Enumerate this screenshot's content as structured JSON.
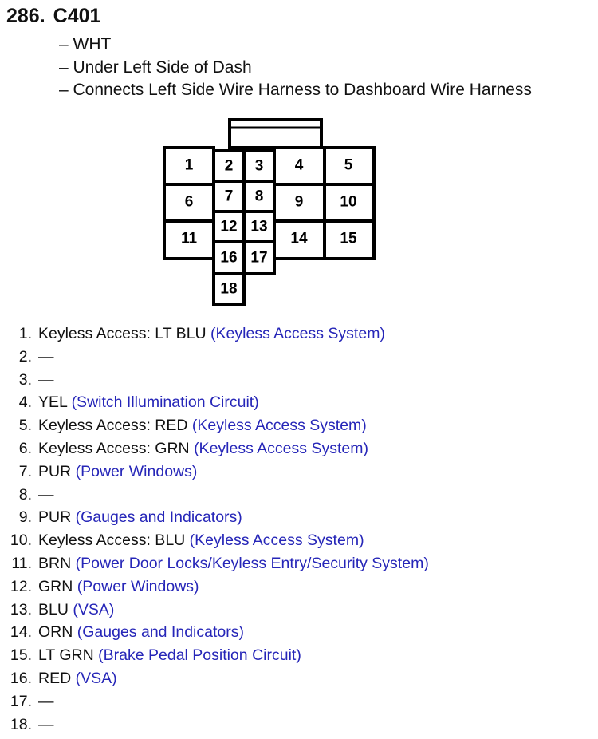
{
  "connector": {
    "number": "286.",
    "code": "C401",
    "details": [
      "– WHT",
      "– Under Left Side of Dash",
      "– Connects Left Side Wire Harness to Dashboard Wire Harness"
    ],
    "cavity_labels": [
      "1",
      "2",
      "3",
      "4",
      "5",
      "6",
      "7",
      "8",
      "9",
      "10",
      "11",
      "12",
      "13",
      "14",
      "15",
      "16",
      "17",
      "18"
    ]
  },
  "colors": {
    "link": "#2626b8",
    "text": "#111111"
  },
  "pins": [
    {
      "num": "1.",
      "wire": "Keyless Access: LT BLU",
      "circuit": "(Keyless Access System)"
    },
    {
      "num": "2.",
      "wire": "—",
      "circuit": ""
    },
    {
      "num": "3.",
      "wire": "—",
      "circuit": ""
    },
    {
      "num": "4.",
      "wire": "YEL",
      "circuit": "(Switch Illumination Circuit)"
    },
    {
      "num": "5.",
      "wire": "Keyless Access: RED",
      "circuit": "(Keyless Access System)"
    },
    {
      "num": "6.",
      "wire": "Keyless Access: GRN",
      "circuit": "(Keyless Access System)"
    },
    {
      "num": "7.",
      "wire": "PUR",
      "circuit": "(Power Windows)"
    },
    {
      "num": "8.",
      "wire": "—",
      "circuit": ""
    },
    {
      "num": "9.",
      "wire": "PUR",
      "circuit": "(Gauges and Indicators)"
    },
    {
      "num": "10.",
      "wire": "Keyless Access: BLU",
      "circuit": "(Keyless Access System)"
    },
    {
      "num": "11.",
      "wire": "BRN",
      "circuit": "(Power Door Locks/Keyless Entry/Security System)"
    },
    {
      "num": "12.",
      "wire": "GRN",
      "circuit": "(Power Windows)"
    },
    {
      "num": "13.",
      "wire": "BLU",
      "circuit": "(VSA)"
    },
    {
      "num": "14.",
      "wire": "ORN",
      "circuit": "(Gauges and Indicators)"
    },
    {
      "num": "15.",
      "wire": "LT GRN",
      "circuit": "(Brake Pedal Position Circuit)"
    },
    {
      "num": "16.",
      "wire": "RED",
      "circuit": "(VSA)"
    },
    {
      "num": "17.",
      "wire": "—",
      "circuit": ""
    },
    {
      "num": "18.",
      "wire": "—",
      "circuit": ""
    }
  ]
}
